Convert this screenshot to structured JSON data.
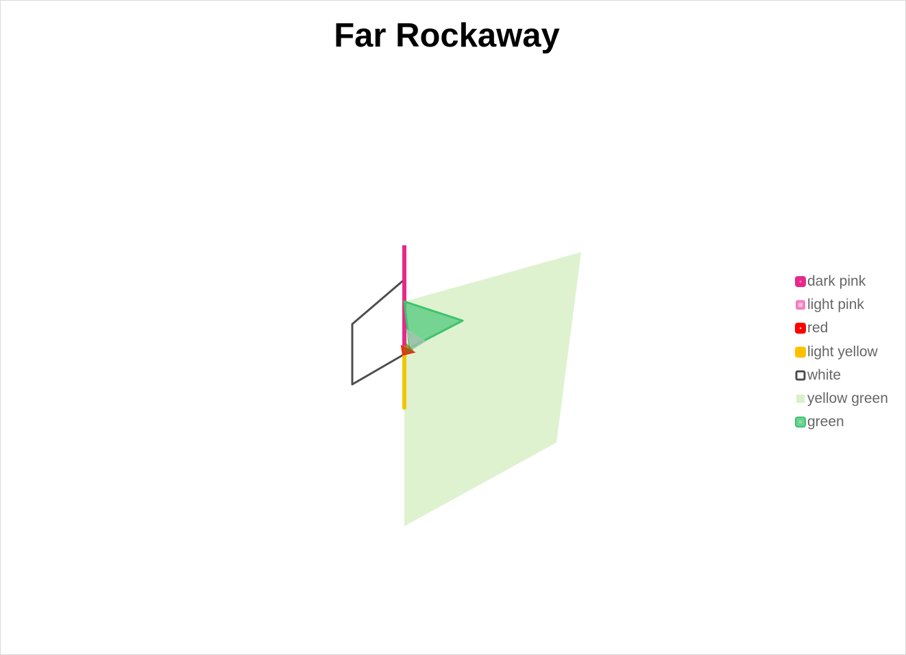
{
  "chart_data": {
    "type": "mesh3d",
    "title": "Far Rockaway",
    "legend_position": "right",
    "grid": false,
    "series": [
      {
        "name": "dark pink",
        "color": "#e7298a",
        "kind": "line"
      },
      {
        "name": "light pink",
        "color": "#f781bf",
        "kind": "line"
      },
      {
        "name": "red",
        "color": "#ff0000",
        "kind": "surface"
      },
      {
        "name": "light yellow",
        "color": "#ffc000",
        "kind": "line"
      },
      {
        "name": "white",
        "color": "#4d4d4d",
        "kind": "outline"
      },
      {
        "name": "yellow green",
        "color": "#d9f0c8",
        "kind": "surface"
      },
      {
        "name": "green",
        "color": "#3cc36e",
        "kind": "surface"
      }
    ]
  }
}
